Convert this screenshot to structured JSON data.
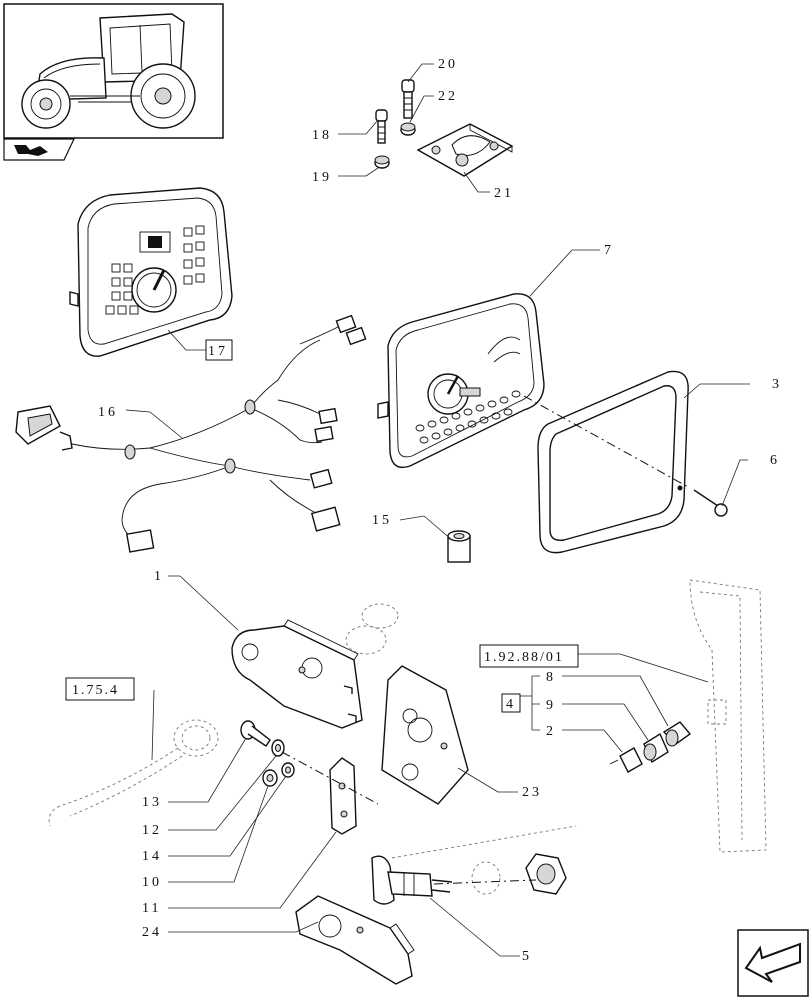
{
  "callouts": {
    "c1": "1",
    "c2": "2",
    "c3": "3",
    "c4": "4",
    "c5": "5",
    "c6": "6",
    "c7": "7",
    "c8": "8",
    "c9": "9",
    "c10": "10",
    "c11": "11",
    "c12": "12",
    "c13": "13",
    "c14": "14",
    "c15": "15",
    "c16": "16",
    "c17": "17",
    "c18": "18",
    "c19": "19",
    "c20": "20",
    "c21": "21",
    "c22": "22",
    "c23": "23",
    "c24": "24"
  },
  "references": {
    "ref_1_92_88_01": "1.92.88/01",
    "ref_1_75_4": "1.75.4"
  },
  "icons": {
    "tractor": "tractor-thumbnail-icon",
    "book": "book-icon",
    "nav": "previous-page-arrow-icon"
  }
}
